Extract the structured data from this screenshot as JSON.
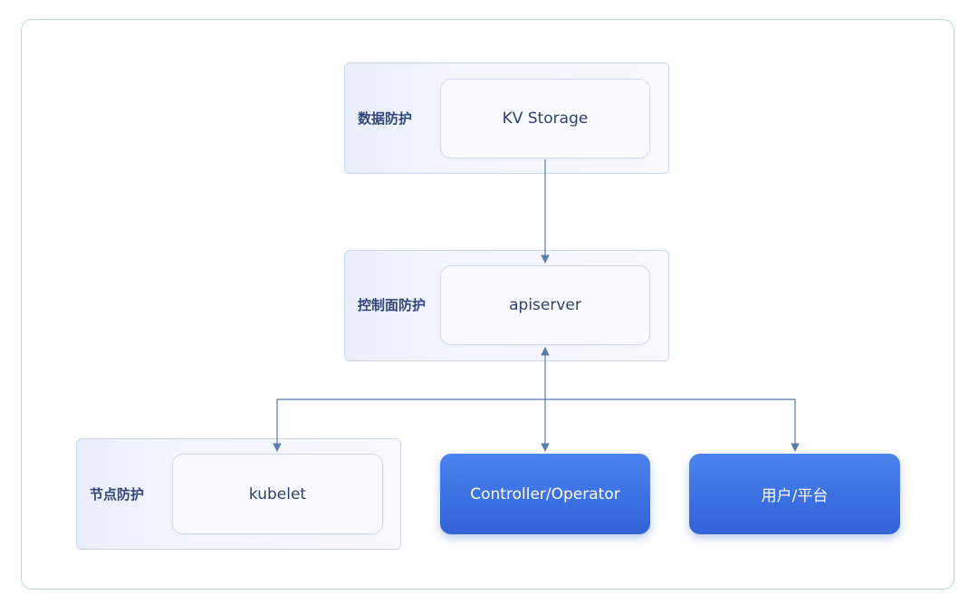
{
  "groups": {
    "data": {
      "label": "数据防护"
    },
    "control": {
      "label": "控制面防护"
    },
    "node": {
      "label": "节点防护"
    }
  },
  "nodes": {
    "kv": {
      "label": "KV Storage"
    },
    "apiserver": {
      "label": "apiserver"
    },
    "kubelet": {
      "label": "kubelet"
    },
    "controller": {
      "label": "Controller/Operator"
    },
    "user": {
      "label": "用户/平台"
    }
  },
  "colors": {
    "frame_border": "#b7d6ea",
    "group_border": "#cbd7ea",
    "label_text": "#33457a",
    "accent_blue": "#3a6fe2",
    "connector": "#5a7bb0"
  }
}
